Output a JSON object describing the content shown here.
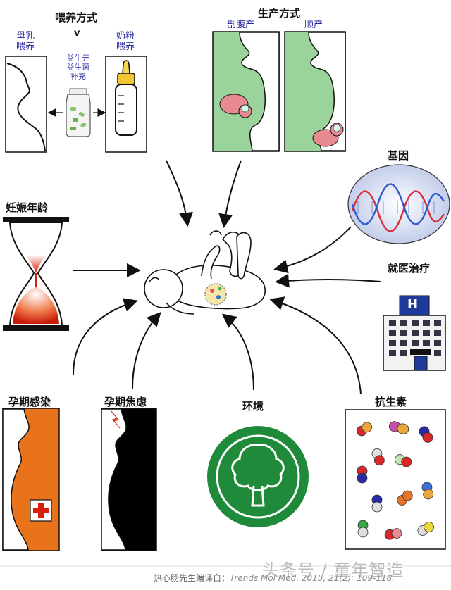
{
  "feeding": {
    "title": "喂养方式",
    "breast_line1": "母乳",
    "breast_line2": "喂养",
    "formula_line1": "奶粉",
    "formula_line2": "喂养",
    "versus": "v",
    "supp_line1": "益生元",
    "supp_line2": "益生菌",
    "supp_line3": "补充"
  },
  "delivery": {
    "title": "生产方式",
    "cesarean": "剖腹产",
    "vaginal": "顺产"
  },
  "factors": {
    "genes": "基因",
    "gestation": "妊娠年龄",
    "medical": "就医治疗",
    "hospital_letter": "H",
    "infection": "孕期感染",
    "anxiety": "孕期焦虑",
    "environment": "环境",
    "antibiotics": "抗生素"
  },
  "footer": {
    "credit_prefix": "热心肠先生编译自：",
    "credit_source": "Trends Mol Med. 2015, 21(2): 109-118.",
    "watermark": "头条号 / 童年智造"
  },
  "colors": {
    "green": "#9bd49a",
    "orange": "#e8731a",
    "dark_green": "#1f8a3a",
    "red_sand": "#d81f0d",
    "dna_red": "#d8303c",
    "dna_blue": "#2e5bd0"
  }
}
